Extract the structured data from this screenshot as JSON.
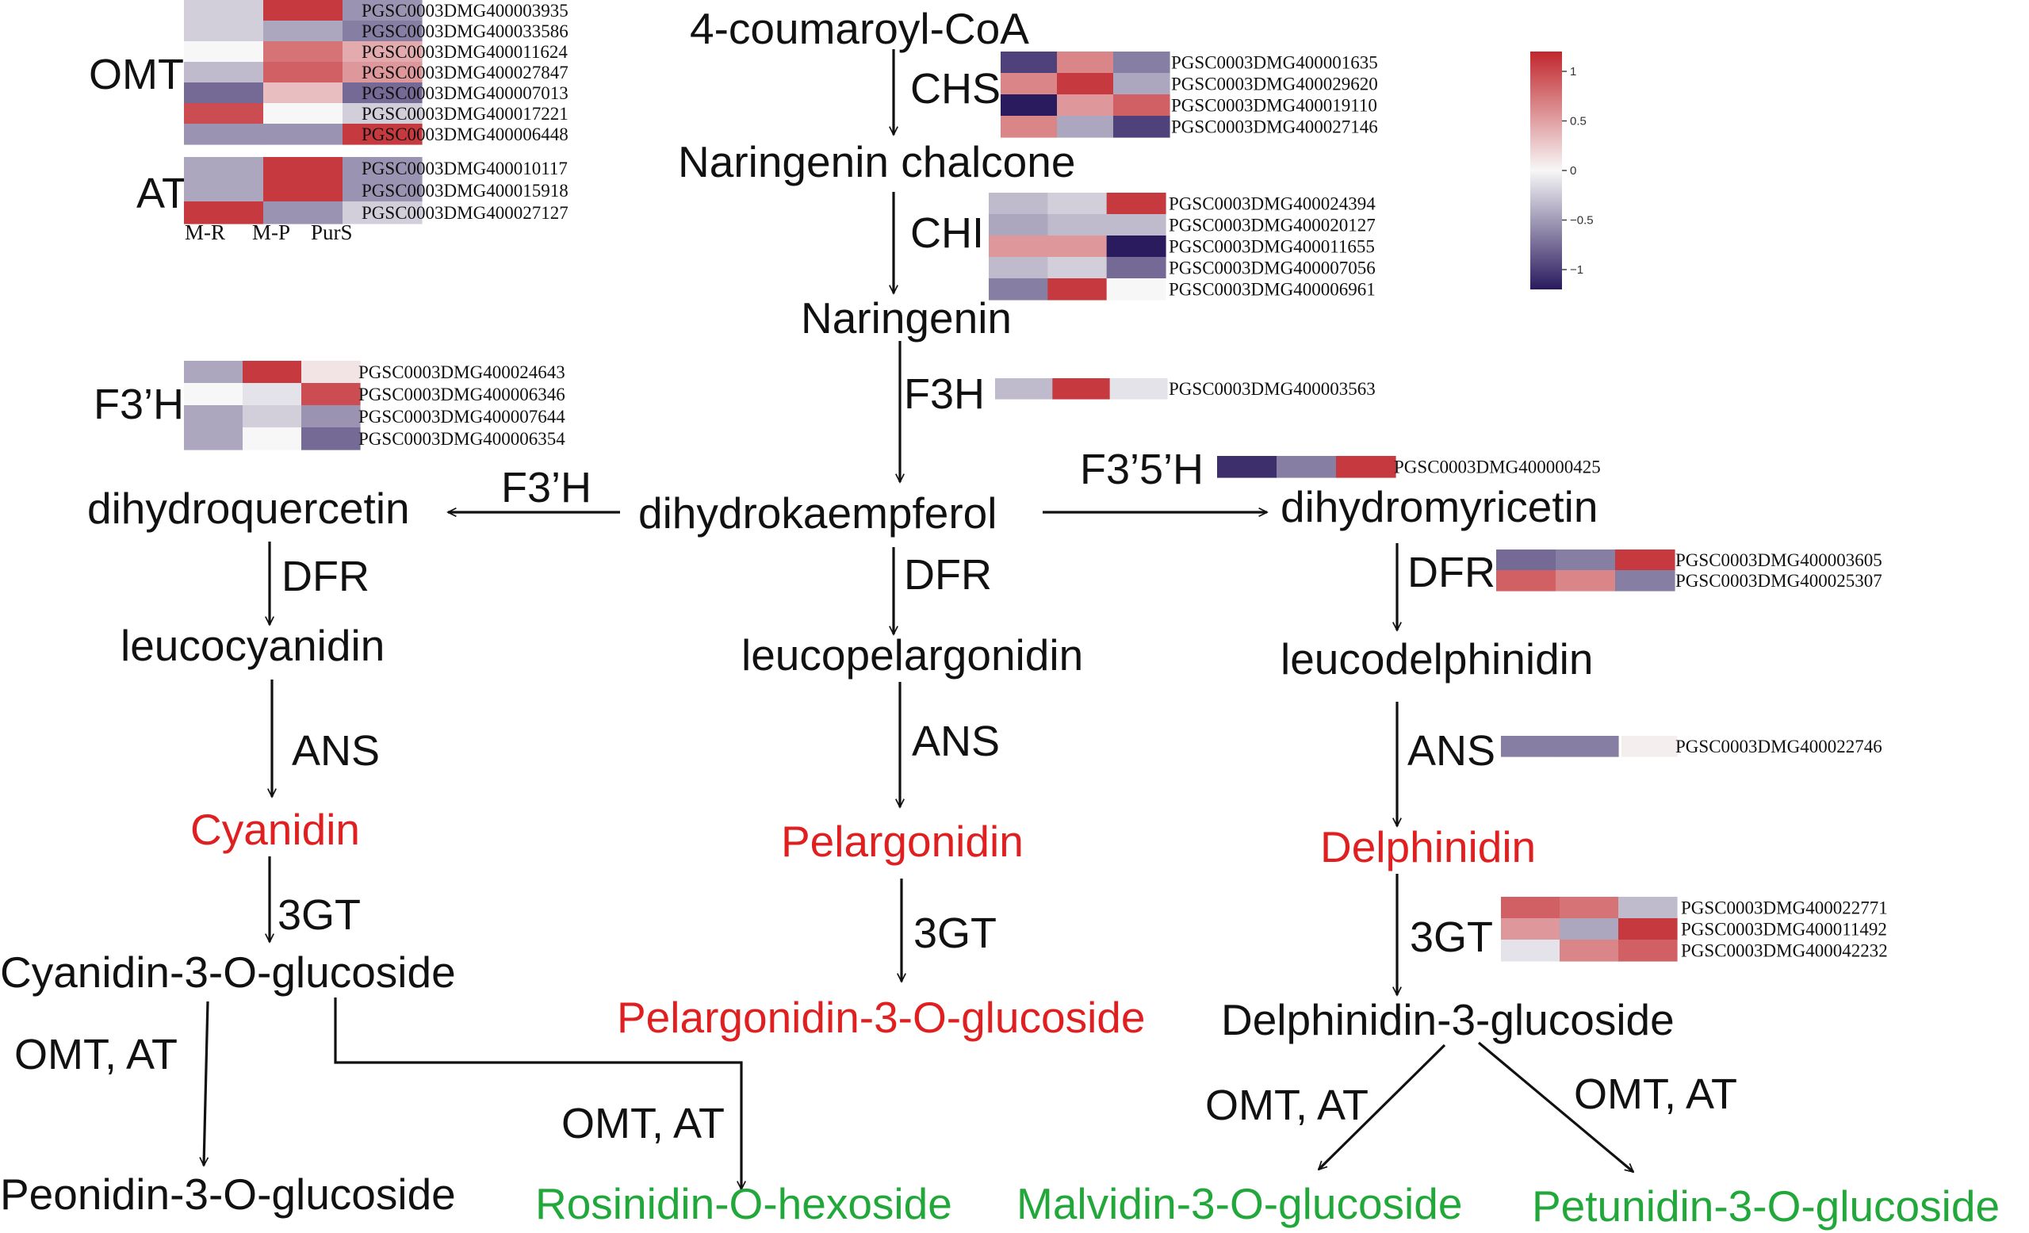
{
  "colors": {
    "high": "#c1272d",
    "mid": "#f7f7f7",
    "low": "#2a1a5e",
    "text": "#111111",
    "anthocyanidin": "#e02020",
    "glucoside_red": "#e02020",
    "glucoside_green": "#22a83a"
  },
  "columns": [
    "M-R",
    "M-P",
    "PurS"
  ],
  "colorbar": {
    "ticks": [
      "1",
      "0.5",
      "0",
      "−0.5",
      "−1"
    ],
    "range": [
      -1.2,
      1.2
    ]
  },
  "nodes": {
    "coumaroyl": "4-coumaroyl-CoA",
    "naringenin_chalcone": "Naringenin chalcone",
    "naringenin": "Naringenin",
    "dihydrokaempferol": "dihydrokaempferol",
    "dihydroquercetin": "dihydroquercetin",
    "dihydromyricetin": "dihydromyricetin",
    "leucocyanidin": "leucocyanidin",
    "leucopelargonidin": "leucopelargonidin",
    "leucodelphinidin": "leucodelphinidin",
    "cyanidin": "Cyanidin",
    "pelargonidin": "Pelargonidin",
    "delphinidin": "Delphinidin",
    "cyanidin_glc": "Cyanidin-3-O-glucoside",
    "pelargonidin_glc": "Pelargonidin-3-O-glucoside",
    "delphinidin_glc": "Delphinidin-3-glucoside",
    "peonidin_glc": "Peonidin-3-O-glucoside",
    "rosinidin": "Rosinidin-O-hexoside",
    "malvidin_glc": "Malvidin-3-O-glucoside",
    "petunidin_glc": "Petunidin-3-O-glucoside"
  },
  "enzymes": {
    "chs": "CHS",
    "chi": "CHI",
    "f3h": "F3H",
    "f3ph_left": "F3’H",
    "f3ph_heat": "F3’H",
    "f35h": "F3’5’H",
    "dfr_left": "DFR",
    "dfr_mid": "DFR",
    "dfr_right": "DFR",
    "ans_left": "ANS",
    "ans_mid": "ANS",
    "ans_right": "ANS",
    "gt_left": "3GT",
    "gt_mid": "3GT",
    "gt_right": "3GT",
    "omt_at_left": "OMT,  AT",
    "omt_at_rosinidin": "OMT, AT",
    "omt_at_malvidin": "OMT, AT",
    "omt_at_petunidin": "OMT, AT",
    "omt_heat": "OMT",
    "at_heat": "AT"
  },
  "heatmaps": {
    "omt": {
      "genes": [
        "PGSC0003DMG400003935",
        "PGSC0003DMG400033586",
        "PGSC0003DMG400011624",
        "PGSC0003DMG400027847",
        "PGSC0003DMG400007013",
        "PGSC0003DMG400017221",
        "PGSC0003DMG400006448"
      ],
      "values": [
        [
          -0.2,
          1.0,
          -0.5
        ],
        [
          -0.2,
          -0.4,
          -0.6
        ],
        [
          0.0,
          0.7,
          0.4
        ],
        [
          -0.3,
          0.8,
          0.5
        ],
        [
          -0.7,
          0.3,
          -0.7
        ],
        [
          0.9,
          0.0,
          -0.2
        ],
        [
          -0.5,
          -0.5,
          1.0
        ]
      ]
    },
    "at": {
      "genes": [
        "PGSC0003DMG400010117",
        "PGSC0003DMG400015918",
        "PGSC0003DMG400027127"
      ],
      "values": [
        [
          -0.4,
          1.0,
          -0.5
        ],
        [
          -0.4,
          1.0,
          -0.5
        ],
        [
          1.0,
          -0.5,
          -0.2
        ]
      ]
    },
    "chs": {
      "genes": [
        "PGSC0003DMG400001635",
        "PGSC0003DMG400029620",
        "PGSC0003DMG400019110",
        "PGSC0003DMG400027146"
      ],
      "values": [
        [
          -0.9,
          0.6,
          -0.6
        ],
        [
          0.6,
          1.0,
          -0.4
        ],
        [
          -1.1,
          0.5,
          0.8
        ],
        [
          0.6,
          -0.4,
          -0.9
        ]
      ]
    },
    "chi": {
      "genes": [
        "PGSC0003DMG400024394",
        "PGSC0003DMG400020127",
        "PGSC0003DMG400011655",
        "PGSC0003DMG400007056",
        "PGSC0003DMG400006961"
      ],
      "values": [
        [
          -0.3,
          -0.2,
          1.0
        ],
        [
          -0.4,
          -0.3,
          -0.3
        ],
        [
          0.5,
          0.5,
          -1.1
        ],
        [
          -0.3,
          -0.2,
          -0.7
        ],
        [
          -0.6,
          1.0,
          0.0
        ]
      ]
    },
    "f3ph": {
      "genes": [
        "PGSC0003DMG400024643",
        "PGSC0003DMG400006346",
        "PGSC0003DMG400007644",
        "PGSC0003DMG400006354"
      ],
      "values": [
        [
          -0.4,
          1.0,
          0.1
        ],
        [
          0.0,
          -0.1,
          0.9
        ],
        [
          -0.4,
          -0.2,
          -0.5
        ],
        [
          -0.4,
          0.0,
          -0.7
        ]
      ]
    },
    "f3h": {
      "genes": [
        "PGSC0003DMG400003563"
      ],
      "values": [
        [
          -0.3,
          1.0,
          -0.1
        ]
      ]
    },
    "f35h": {
      "genes": [
        "PGSC0003DMG400000425"
      ],
      "values": [
        [
          -1.0,
          -0.6,
          1.0
        ]
      ]
    },
    "dfr": {
      "genes": [
        "PGSC0003DMG400003605",
        "PGSC0003DMG400025307"
      ],
      "values": [
        [
          -0.7,
          -0.6,
          1.0
        ],
        [
          0.8,
          0.6,
          -0.6
        ]
      ]
    },
    "ans": {
      "genes": [
        "PGSC0003DMG400022746"
      ],
      "values": [
        [
          -0.6,
          -0.6,
          0.05
        ]
      ]
    },
    "gt3": {
      "genes": [
        "PGSC0003DMG400022771",
        "PGSC0003DMG400011492",
        "PGSC0003DMG400042232"
      ],
      "values": [
        [
          0.8,
          0.7,
          -0.3
        ],
        [
          0.5,
          -0.4,
          1.0
        ],
        [
          -0.1,
          0.6,
          0.8
        ]
      ]
    }
  }
}
